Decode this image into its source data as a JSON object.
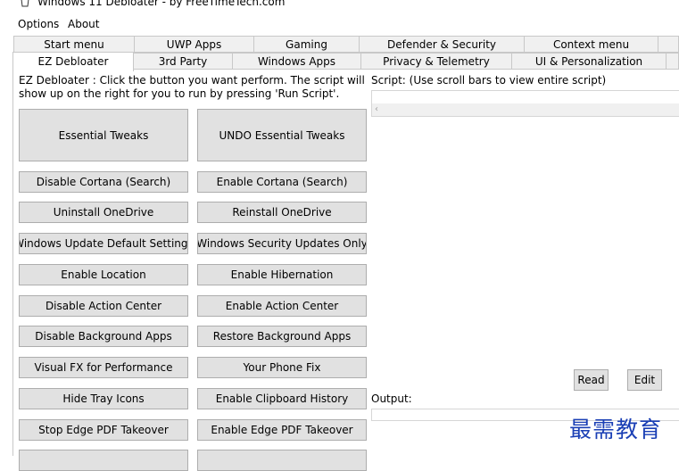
{
  "window": {
    "title": "Windows 11 Debloater - by FreeTimeTech.com"
  },
  "menu": {
    "items": [
      "Options",
      "About"
    ]
  },
  "tabs": {
    "row1": [
      "Start menu",
      "UWP Apps",
      "Gaming",
      "Defender & Security",
      "Context menu"
    ],
    "row2": [
      "EZ Debloater",
      "3rd Party",
      "Windows Apps",
      "Privacy & Telemetry",
      "UI & Personalization"
    ],
    "active": "EZ Debloater"
  },
  "main": {
    "instructions": "EZ Debloater : Click the button you want perform. The script will show up on the right for you to run by pressing 'Run Script'.",
    "buttons": [
      "Essential Tweaks",
      "UNDO Essential Tweaks",
      "Disable Cortana (Search)",
      "Enable Cortana (Search)",
      "Uninstall OneDrive",
      "Reinstall OneDrive",
      "Windows Update Default Settings",
      "Windows Security Updates Only",
      "Enable Location",
      "Enable Hibernation",
      "Disable Action Center",
      "Enable Action Center",
      "Disable Background Apps",
      "Restore Background Apps",
      "Visual FX for Performance",
      "Your Phone Fix",
      "Hide Tray Icons",
      "Enable Clipboard History",
      "Stop Edge PDF Takeover",
      "Enable Edge PDF Takeover"
    ]
  },
  "script_panel": {
    "label": "Script: (Use scroll bars to view entire script)",
    "scroll_left_glyph": "‹",
    "read_button": "Read",
    "edit_button": "Edit",
    "output_label": "Output:"
  },
  "watermark": "最需教育"
}
